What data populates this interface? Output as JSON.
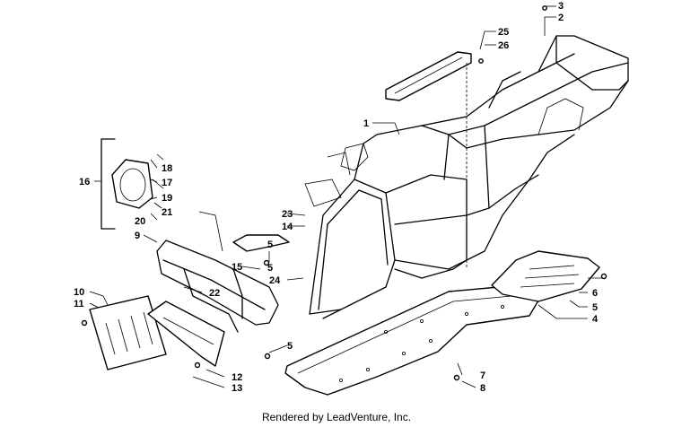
{
  "footer": "Rendered by LeadVenture, Inc.",
  "callouts": [
    {
      "id": "c1",
      "text": "1"
    },
    {
      "id": "c2",
      "text": "2"
    },
    {
      "id": "c3",
      "text": "3"
    },
    {
      "id": "c4",
      "text": "4"
    },
    {
      "id": "c5a",
      "text": "5"
    },
    {
      "id": "c5b",
      "text": "5"
    },
    {
      "id": "c5c",
      "text": "5"
    },
    {
      "id": "c5d",
      "text": "5"
    },
    {
      "id": "c6",
      "text": "6"
    },
    {
      "id": "c7",
      "text": "7"
    },
    {
      "id": "c8",
      "text": "8"
    },
    {
      "id": "c9",
      "text": "9"
    },
    {
      "id": "c10",
      "text": "10"
    },
    {
      "id": "c11",
      "text": "11"
    },
    {
      "id": "c12",
      "text": "12"
    },
    {
      "id": "c13",
      "text": "13"
    },
    {
      "id": "c14",
      "text": "14"
    },
    {
      "id": "c15",
      "text": "15"
    },
    {
      "id": "c16",
      "text": "16"
    },
    {
      "id": "c17",
      "text": "17"
    },
    {
      "id": "c18",
      "text": "18"
    },
    {
      "id": "c19",
      "text": "19"
    },
    {
      "id": "c20",
      "text": "20"
    },
    {
      "id": "c21",
      "text": "21"
    },
    {
      "id": "c22",
      "text": "22"
    },
    {
      "id": "c23",
      "text": "23"
    },
    {
      "id": "c24",
      "text": "24"
    },
    {
      "id": "c25",
      "text": "25"
    },
    {
      "id": "c26",
      "text": "26"
    }
  ]
}
